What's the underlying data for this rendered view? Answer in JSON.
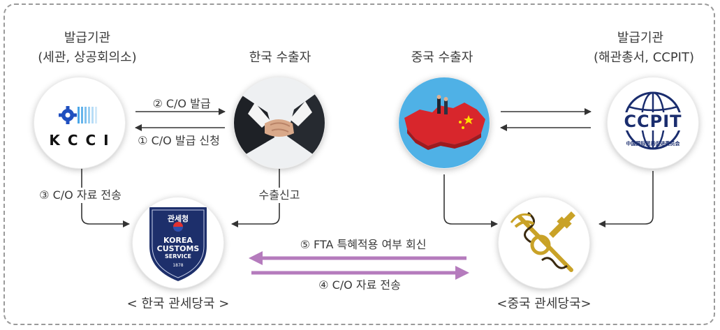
{
  "korea": {
    "issuer_title": "발급기관",
    "issuer_sub": "(세관, 상공회의소)",
    "exporter": "한국 수출자",
    "customs": "< 한국 관세당국 >",
    "kcci_logo_text": "K C C I",
    "kcs_badge": {
      "top": "관세청",
      "line1": "KOREA",
      "line2": "CUSTOMS",
      "line3": "SERVICE",
      "year": "1878"
    }
  },
  "china": {
    "issuer_title": "발급기관",
    "issuer_sub": "(해관총서, CCPIT)",
    "exporter": "중국 수출자",
    "customs": "<중국 관세당국>",
    "ccpit_logo_text": "CCPIT",
    "ccpit_chinese": "中国国际贸易促进委员会"
  },
  "steps": {
    "issue": "② C/O 발급",
    "apply": "① C/O 발급 신청",
    "send_kr": "③ C/O 자료 전송",
    "declare": "수출신고",
    "reply": "⑤ FTA 특혜적용 여부 회신",
    "send_cn": "④ C/O 자료 전송"
  },
  "colors": {
    "arrow": "#333333",
    "purple_arrow": "#b57bbd",
    "kcci_blue": "#1f4fbf",
    "kcs_navy": "#1d2f6b",
    "ccpit_navy": "#1a2d6e",
    "china_red": "#d8262c",
    "gold": "#c9a227"
  }
}
